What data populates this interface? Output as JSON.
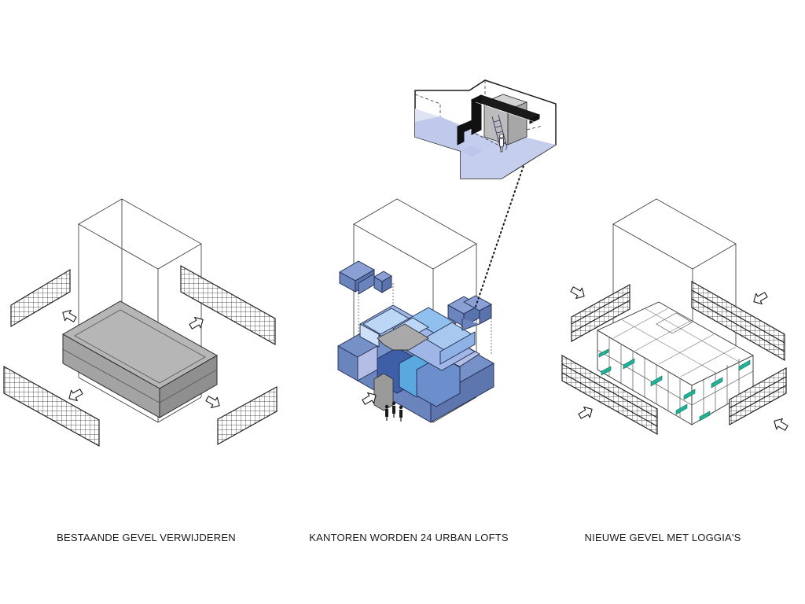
{
  "panels": [
    {
      "caption": "BESTAANDE GEVEL VERWIJDEREN"
    },
    {
      "caption": "KANTOREN WORDEN 24 URBAN LOFTS"
    },
    {
      "caption": "NIEUWE GEVEL MET LOGGIA'S"
    }
  ],
  "colors": {
    "line": "#1a1a1a",
    "grey_slab": "#a8a8a8",
    "grey_slab_top": "#b8b8b8",
    "dark_blue": "#6a86be",
    "mid_blue": "#8ea4d6",
    "light_blue": "#bcd6f5",
    "cyan": "#5aa8e0",
    "pale_violet": "#b4bde6",
    "teal_loggia": "#21b395",
    "inset_fill": "#c5cfed"
  },
  "icons": [
    "arrow-icon",
    "person-icon",
    "ladder-icon",
    "staircase-icon"
  ]
}
